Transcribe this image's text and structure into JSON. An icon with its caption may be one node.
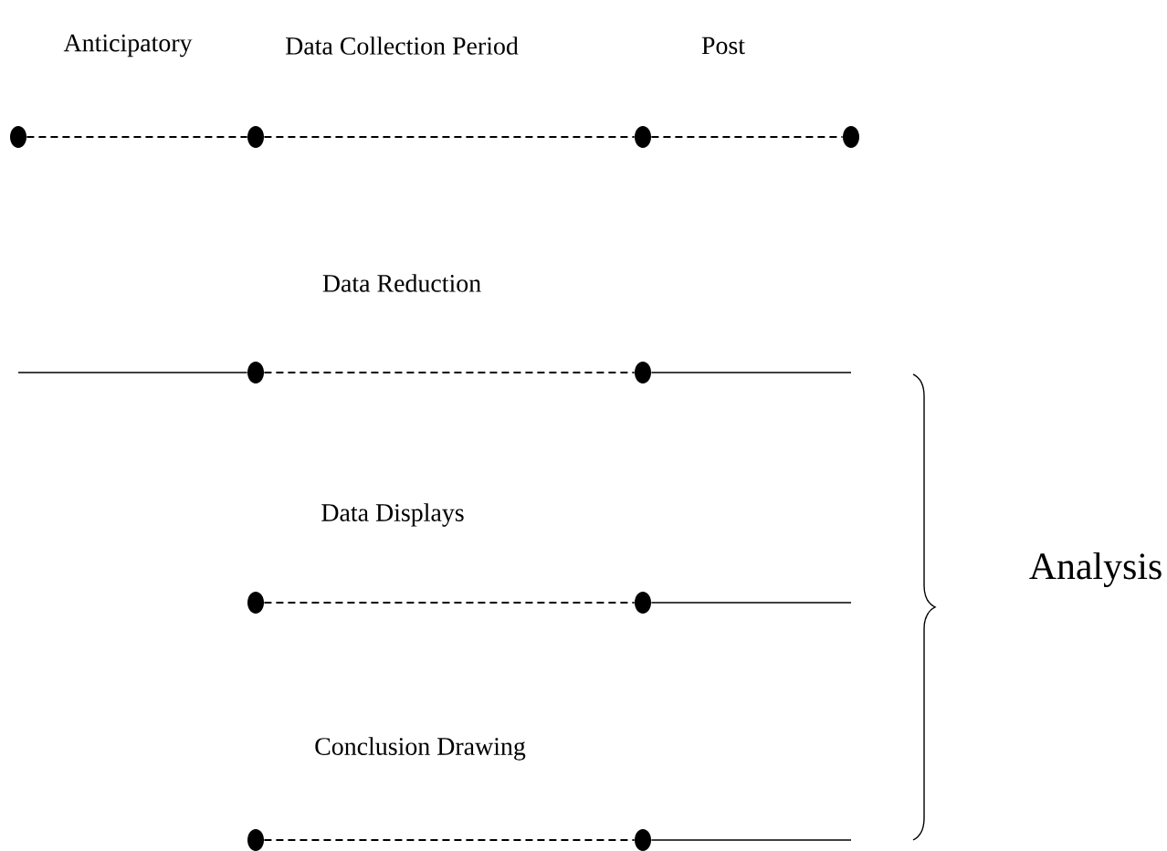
{
  "diagram": {
    "nodes": [
      {
        "text": [],
        "shape": "circle"
      },
      {
        "text": [],
        "shape": "circle"
      },
      {
        "text": [],
        "shape": "circle"
      },
      {
        "text": [],
        "shape": "circle"
      },
      {
        "text": [],
        "shape": "circle"
      },
      {
        "text": [],
        "shape": "circle"
      },
      {
        "text": [],
        "shape": "circle"
      },
      {
        "text": [],
        "shape": "circle"
      },
      {
        "text": [],
        "shape": "circle"
      },
      {
        "text": [],
        "shape": "circle"
      }
    ],
    "edges": [
      {
        "from": 0,
        "to": 1,
        "arrow": "none",
        "style": "dashed"
      },
      {
        "from": 1,
        "to": 2,
        "arrow": "none",
        "style": "dashed"
      },
      {
        "from": 2,
        "to": 3,
        "arrow": "none",
        "style": "dashed"
      },
      {
        "from": null,
        "to": 4,
        "arrow": "none"
      },
      {
        "from": 4,
        "to": 5,
        "arrow": "none",
        "style": "dashed"
      },
      {
        "from": 5,
        "to": null,
        "arrow": "none"
      },
      {
        "from": 6,
        "to": 7,
        "arrow": "none",
        "style": "dashed"
      },
      {
        "from": 7,
        "to": null,
        "arrow": "none"
      },
      {
        "from": 8,
        "to": 9,
        "arrow": "none",
        "style": "dashed"
      },
      {
        "from": 9,
        "to": null,
        "arrow": "none"
      }
    ],
    "labels": [
      "Anticipatory",
      "Data Collection Period",
      "Post",
      "Data Reduction",
      "Data Displays",
      "Conclusion Drawing",
      "Analysis"
    ]
  }
}
